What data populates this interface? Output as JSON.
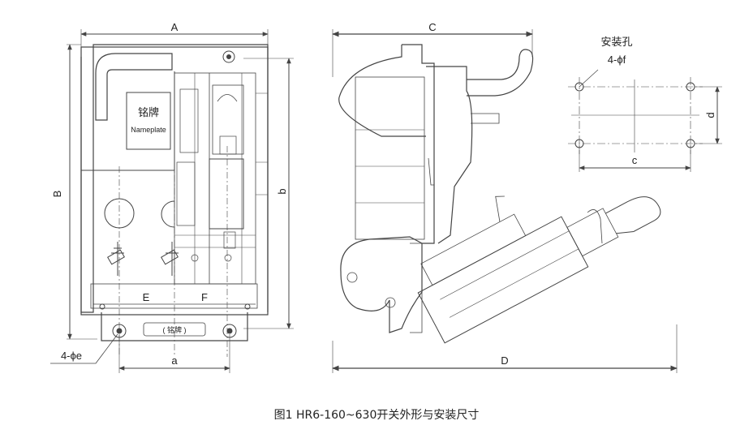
{
  "labels": {
    "A": "A",
    "B": "B",
    "b": "b",
    "C": "C",
    "D": "D",
    "E": "E",
    "F": "F",
    "a": "a",
    "c": "c",
    "d": "d",
    "hole_e": "4-ϕe",
    "nameplate_cn": "铭牌",
    "nameplate_en": "Nameplate",
    "bottom_plate": "( 铭牌 )",
    "mount_holes_title": "安装孔",
    "mount_holes_spec": "4-ϕf"
  },
  "caption": "图1 HR6-160~630开关外形与安装尺寸",
  "colors": {
    "line": "#444444",
    "panel": "#f2f2f2",
    "text": "#222222"
  }
}
